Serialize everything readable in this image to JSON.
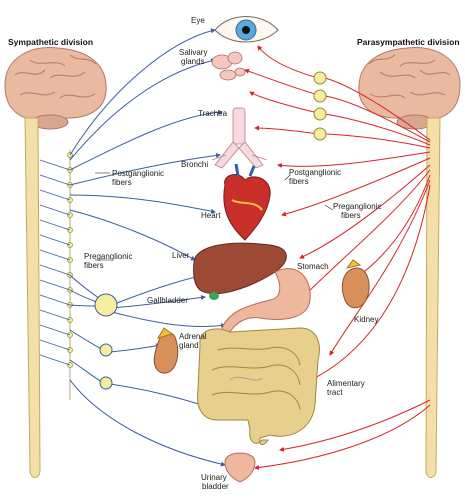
{
  "titles": {
    "sympathetic": "Sympathetic division",
    "parasympathetic": "Parasympathetic division"
  },
  "labels": {
    "eye": "Eye",
    "salivary_1": "Salivary",
    "salivary_2": "glands",
    "trachea": "Trachea",
    "bronchi": "Bronchi",
    "heart": "Heart",
    "liver": "Liver",
    "gallbladder": "Gallbladder",
    "adrenal_1": "Adrenal",
    "adrenal_2": "gland",
    "stomach": "Stomach",
    "kidney": "Kidney",
    "alimentary_1": "Alimentary",
    "alimentary_2": "tract",
    "bladder_1": "Urinary",
    "bladder_2": "bladder",
    "symp_post_1": "Postganglionic",
    "symp_post_2": "fibers",
    "symp_pre_1": "Preganglionic",
    "symp_pre_2": "fibers",
    "para_post_1": "Postganglionic",
    "para_post_2": "fibers",
    "para_pre_1": "Preganglionic",
    "para_pre_2": "fibers"
  },
  "colors": {
    "sympathetic_fiber": "#3a5f9a",
    "parasympathetic_fiber": "#d8232a",
    "ganglion": "#f6ee9c",
    "brain": "#e9b9a0",
    "spinal_cord": "#f3dfa8",
    "liver": "#9c4a36",
    "stomach": "#f0b79f",
    "intestine": "#e7cf8e"
  }
}
